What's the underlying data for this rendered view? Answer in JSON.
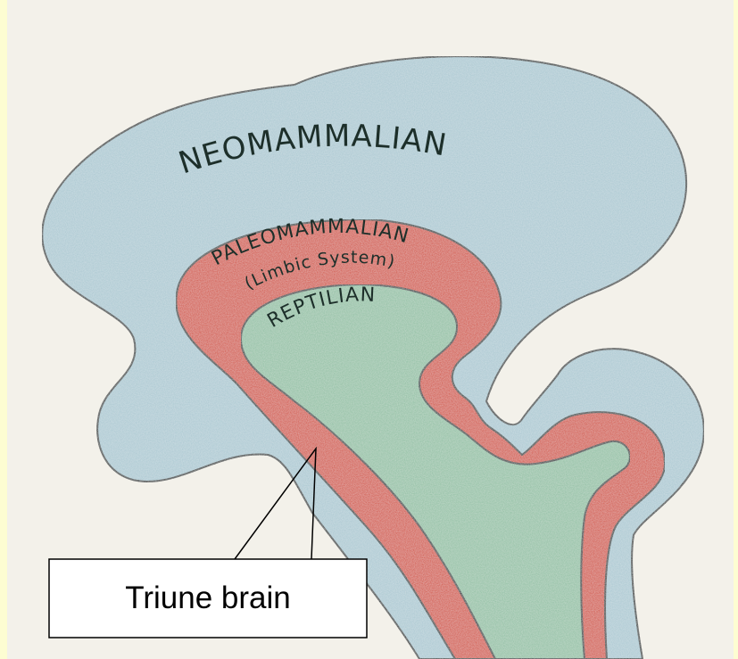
{
  "regions": {
    "neomammalian": "NEOMAMMALIAN",
    "paleomammalian": "PALEOMAMMALIAN",
    "limbic_system": "(Limbic System)",
    "reptilian": "REPTILIAN"
  },
  "callout": {
    "label": "Triune brain"
  },
  "colors": {
    "background": "#fdfdd2",
    "plate": "#f3f1ea",
    "neomammalian_fill": "#a9c7d1",
    "paleomammalian_fill": "#d24f3e",
    "reptilian_fill": "#8fbfa2",
    "outline": "#1f2a2a"
  }
}
